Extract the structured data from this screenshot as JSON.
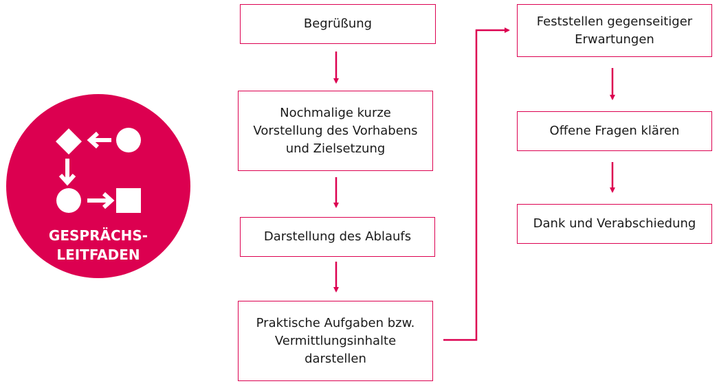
{
  "badge": {
    "title": "GESPRÄCHS-\nLEITFADEN",
    "icon": "flowchart-icon"
  },
  "colors": {
    "accent": "#dc0050"
  },
  "steps_left": [
    "Begrüßung",
    "Nochmalige kurze\nVorstellung des Vorhabens\nund Zielsetzung",
    "Darstellung des Ablaufs",
    "Praktische Aufgaben bzw.\nVermittlungsinhalte\ndarstellen"
  ],
  "steps_right": [
    "Feststellen gegenseitiger\nErwartungen",
    "Offene Fragen klären",
    "Dank und Verabschiedung"
  ]
}
